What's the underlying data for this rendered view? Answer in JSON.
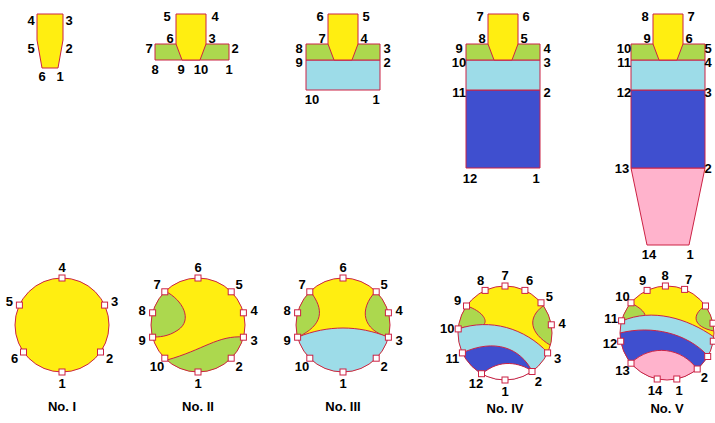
{
  "diagram": {
    "labels": [
      "4",
      "3",
      "5",
      "2",
      "6",
      "1",
      "5",
      "4",
      "6",
      "3",
      "7",
      "2",
      "8",
      "9",
      "10",
      "1",
      "6",
      "5",
      "7",
      "4",
      "8",
      "3",
      "9",
      "2",
      "10",
      "1",
      "7",
      "6",
      "9",
      "8",
      "5",
      "4",
      "10",
      "3",
      "11",
      "2",
      "12",
      "1",
      "8",
      "7",
      "10",
      "9",
      "6",
      "5",
      "11",
      "4",
      "12",
      "3",
      "13",
      "2",
      "14",
      "1",
      "4",
      "3",
      "5",
      "2",
      "6",
      "1",
      "7",
      "6",
      "5",
      "8",
      "4",
      "9",
      "3",
      "10",
      "2",
      "1",
      "7",
      "6",
      "5",
      "8",
      "4",
      "9",
      "3",
      "10",
      "2",
      "1",
      "8",
      "7",
      "6",
      "9",
      "5",
      "4",
      "10",
      "11",
      "3",
      "12",
      "2",
      "1",
      "9",
      "8",
      "7",
      "10",
      "11",
      "12",
      "13",
      "14",
      "1",
      "2",
      "No. I",
      "No. II",
      "No. III",
      "No. IV",
      "No. V"
    ]
  }
}
